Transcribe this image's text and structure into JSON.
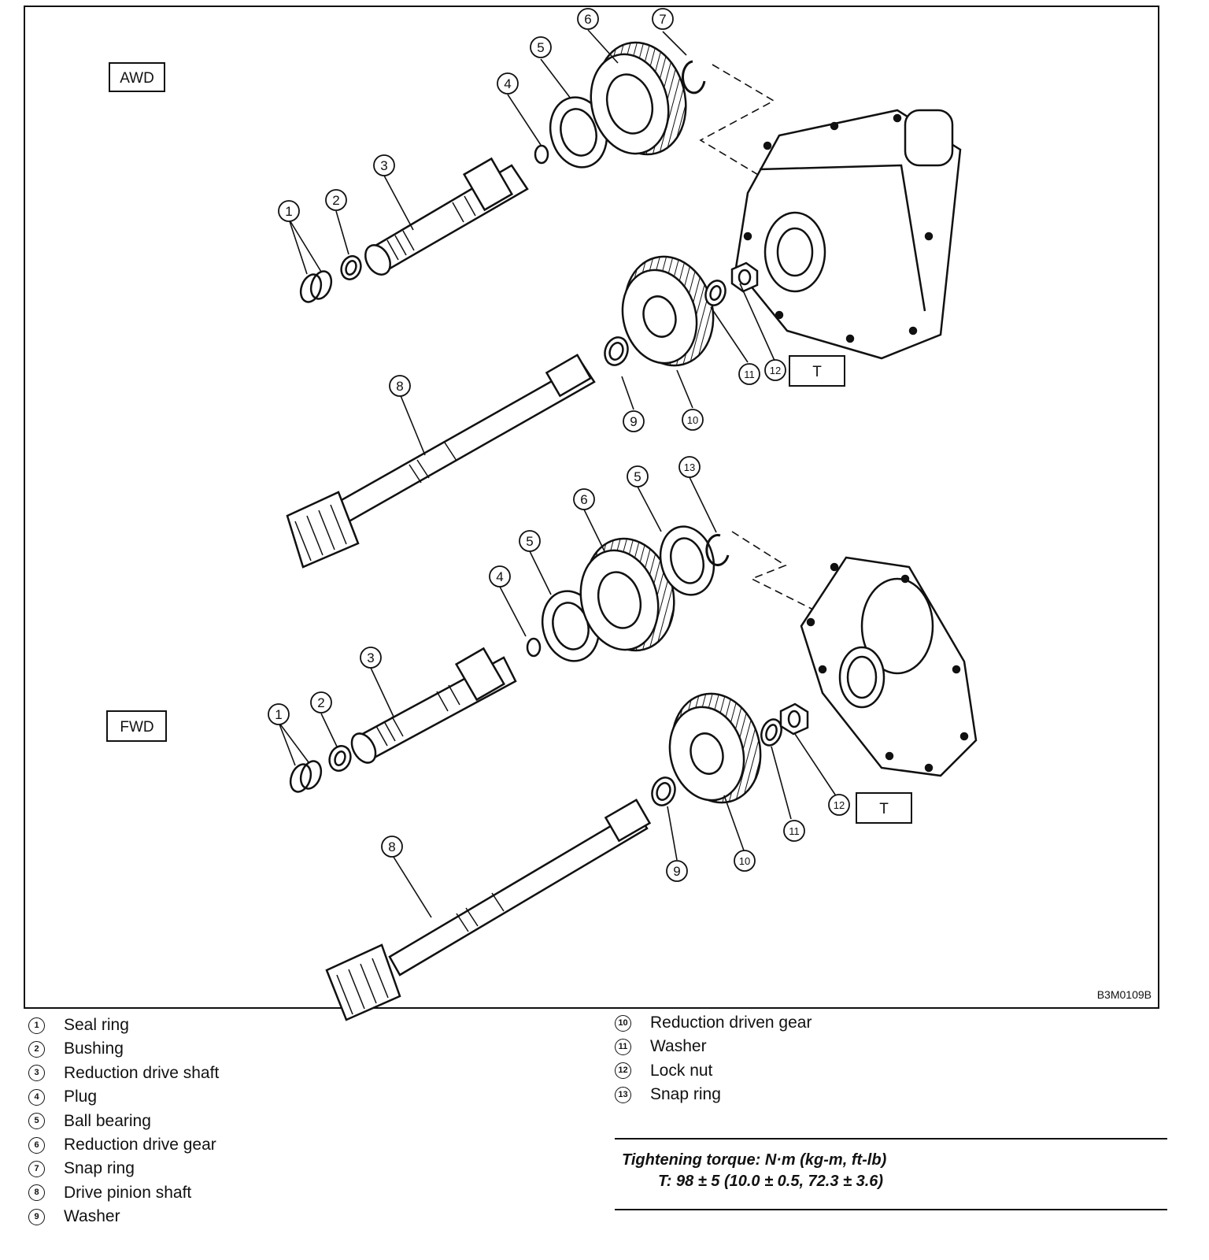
{
  "diagram": {
    "figure_code": "B3M0109B",
    "variants": {
      "awd": {
        "label": "AWD"
      },
      "fwd": {
        "label": "FWD"
      }
    },
    "torque_tag": "T",
    "callouts": {
      "awd": [
        "1",
        "2",
        "3",
        "4",
        "5",
        "6",
        "7",
        "8",
        "9",
        "10",
        "11",
        "12"
      ],
      "fwd": [
        "1",
        "2",
        "3",
        "4",
        "5",
        "6",
        "5",
        "13",
        "8",
        "9",
        "10",
        "11",
        "12"
      ]
    }
  },
  "legend": {
    "items": [
      {
        "num": "1",
        "label": "Seal ring"
      },
      {
        "num": "2",
        "label": "Bushing"
      },
      {
        "num": "3",
        "label": "Reduction drive shaft"
      },
      {
        "num": "4",
        "label": "Plug"
      },
      {
        "num": "5",
        "label": "Ball bearing"
      },
      {
        "num": "6",
        "label": "Reduction drive gear"
      },
      {
        "num": "7",
        "label": "Snap ring"
      },
      {
        "num": "8",
        "label": "Drive pinion shaft"
      },
      {
        "num": "9",
        "label": "Washer"
      },
      {
        "num": "10",
        "label": "Reduction driven gear"
      },
      {
        "num": "11",
        "label": "Washer"
      },
      {
        "num": "12",
        "label": "Lock nut"
      },
      {
        "num": "13",
        "label": "Snap ring"
      }
    ]
  },
  "torque": {
    "heading": "Tightening torque: N·m (kg-m, ft-lb)",
    "value": "T: 98 ± 5 (10.0 ± 0.5, 72.3 ± 3.6)"
  }
}
